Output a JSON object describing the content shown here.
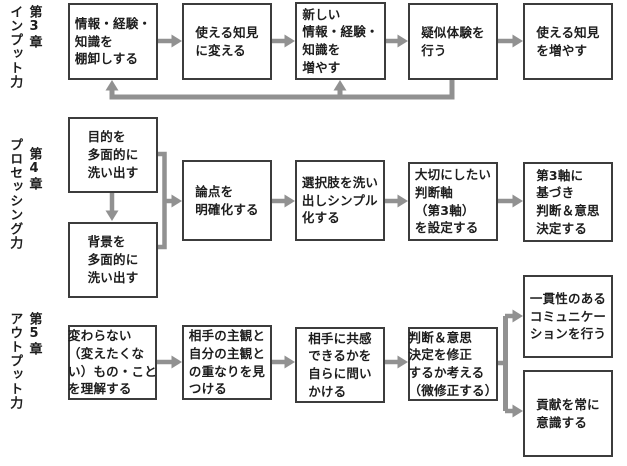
{
  "colors": {
    "arrow": "#919191",
    "box_border": "#3c3c3c",
    "text": "#1d1d1d",
    "background": "#ffffff"
  },
  "rows": [
    {
      "chapter": "第3章",
      "skill": "インプット力",
      "boxes": [
        "情報・経験・\n知識を\n棚卸しする",
        "使える知見\nに変える",
        "新しい\n情報・経験・\n知識を\n増やす",
        "疑似体験を\n行う",
        "使える知見\nを増やす"
      ]
    },
    {
      "chapter": "第4章",
      "skill": "プロセッシング力",
      "boxes": [
        "目的を\n多面的に\n洗い出す",
        "背景を\n多面的に\n洗い出す",
        "論点を\n明確化する",
        "選択肢を洗い\n出しシンプル\n化する",
        "大切にしたい\n判断軸\n（第3軸）\nを設定する",
        "第3軸に\n基づき\n判断＆意思\n決定する"
      ]
    },
    {
      "chapter": "第5章",
      "skill": "アウトプット力",
      "boxes": [
        "変わらない\n（変えたくな\nい）もの・こと\nを理解する",
        "相手の主観と\n自分の主観と\nの重なりを見\nつける",
        "相手に共感\nできるかを\n自らに問い\nかける",
        "判断＆意思\n決定を修正\nするか考える\n（微修正する）",
        "一貫性のある\nコミュニケー\nションを行う",
        "貢献を常に\n意識する"
      ]
    }
  ]
}
